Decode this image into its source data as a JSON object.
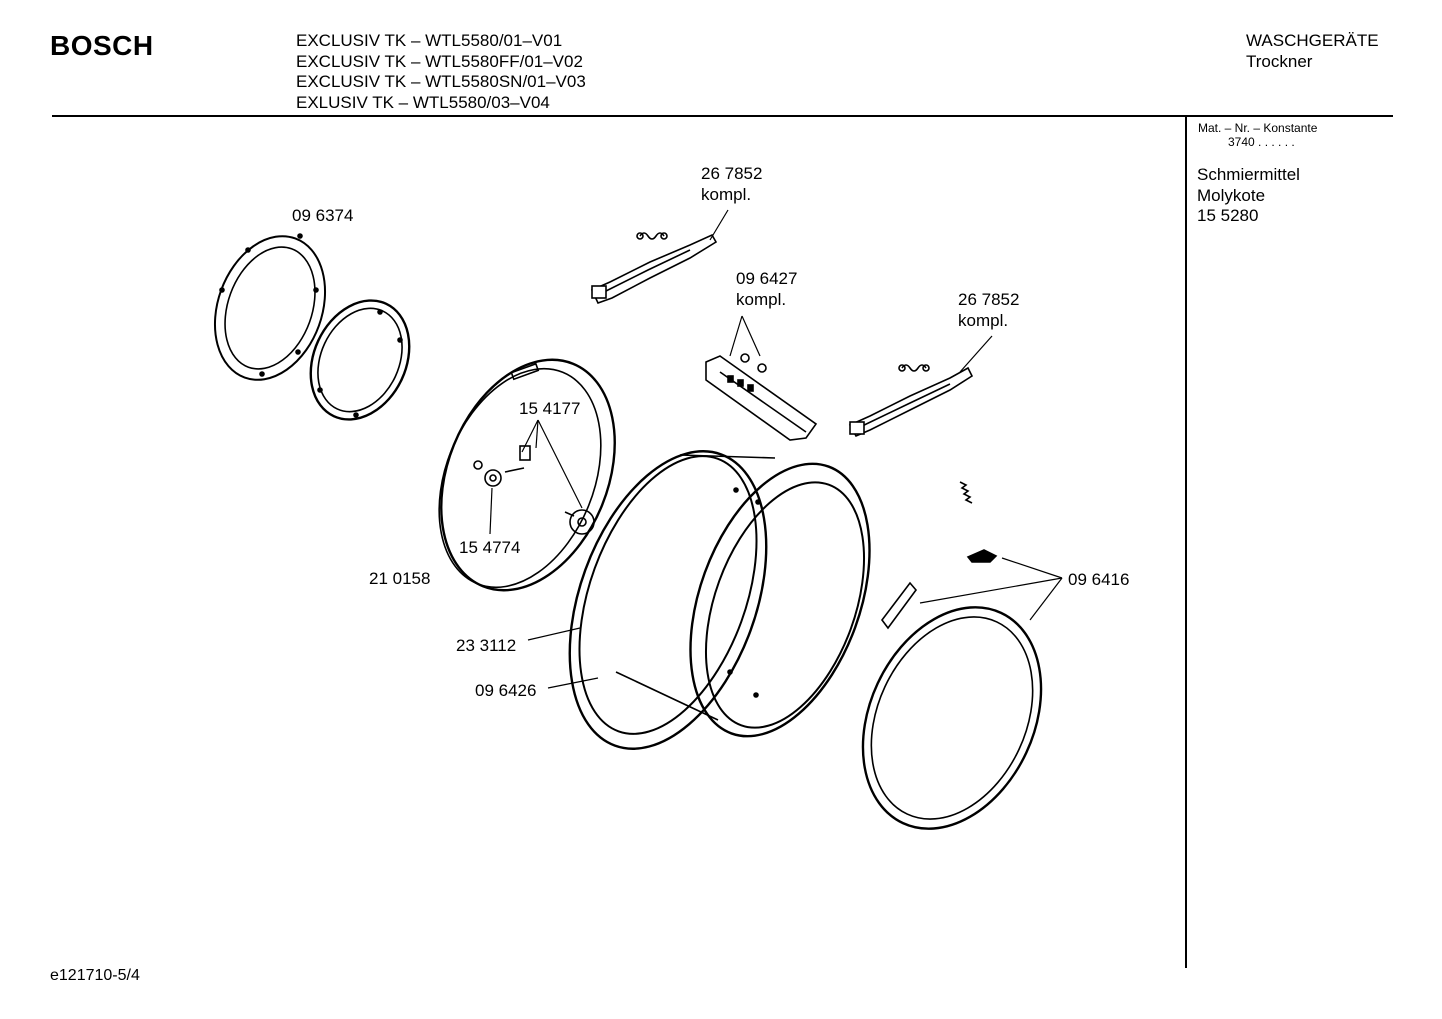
{
  "header": {
    "brand": "BOSCH",
    "models": [
      "EXCLUSIV TK – WTL5580/01–V01",
      "EXCLUSIV TK – WTL5580FF/01–V02",
      "EXCLUSIV TK – WTL5580SN/01–V03",
      "EXLUSIV TK – WTL5580/03–V04"
    ],
    "category_main": "WASCHGERÄTE",
    "category_sub": "Trockner"
  },
  "sidebar": {
    "mat_label": "Mat. – Nr. – Konstante",
    "mat_code": "3740  .  .  .  .  .  .",
    "note_lines": [
      "Schmiermittel",
      "Molykote",
      "15 5280"
    ]
  },
  "parts": {
    "p096374": "09 6374",
    "p267852a": "26 7852",
    "p267852a_sub": "kompl.",
    "p096427": "09 6427",
    "p096427_sub": "kompl.",
    "p267852b": "26 7852",
    "p267852b_sub": "kompl.",
    "p154177": "15 4177",
    "p154774": "15 4774",
    "p210158": "21 0158",
    "p233112": "23 3112",
    "p096426": "09 6426",
    "p096416": "09 6416"
  },
  "footer": {
    "drawing_id": "e121710-5/4"
  }
}
